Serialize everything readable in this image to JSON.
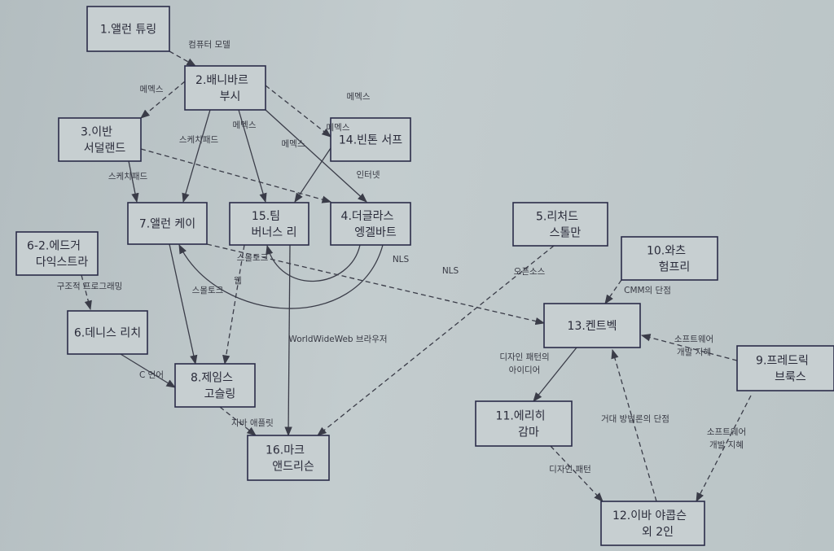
{
  "colors": {
    "background": "#bcc6c8",
    "box_fill": "#c7cfd1",
    "box_border": "#2a2c48",
    "line": "#3a3c48"
  },
  "nodes": [
    {
      "id": "1",
      "lines": [
        "1.앨런 튜링"
      ]
    },
    {
      "id": "2",
      "lines": [
        "2.배니바르",
        "부시"
      ]
    },
    {
      "id": "3",
      "lines": [
        "3.이반",
        "서덜랜드"
      ]
    },
    {
      "id": "14",
      "lines": [
        "14.빈톤 서프"
      ]
    },
    {
      "id": "7",
      "lines": [
        "7.앨런 케이"
      ]
    },
    {
      "id": "15",
      "lines": [
        "15.팀",
        "버너스 리"
      ]
    },
    {
      "id": "4",
      "lines": [
        "4.더글라스",
        "엥겔바트"
      ]
    },
    {
      "id": "5",
      "lines": [
        "5.리처드",
        "스톨만"
      ]
    },
    {
      "id": "6-2",
      "lines": [
        "6-2.에드거",
        "다익스트라"
      ]
    },
    {
      "id": "10",
      "lines": [
        "10.와츠",
        "험프리"
      ]
    },
    {
      "id": "6",
      "lines": [
        "6.데니스 리치"
      ]
    },
    {
      "id": "13",
      "lines": [
        "13.켄트벡"
      ]
    },
    {
      "id": "9",
      "lines": [
        "9.프레드릭",
        "브룩스"
      ]
    },
    {
      "id": "8",
      "lines": [
        "8.제임스",
        "고슬링"
      ]
    },
    {
      "id": "11",
      "lines": [
        "11.에리히",
        "감마"
      ]
    },
    {
      "id": "16",
      "lines": [
        "16.마크",
        "앤드리슨"
      ]
    },
    {
      "id": "12",
      "lines": [
        "12.이바 야콥슨",
        "외 2인"
      ]
    }
  ],
  "edges": [
    {
      "from": "1",
      "to": "2",
      "style": "dashed",
      "label": [
        "컴퓨터 모델"
      ]
    },
    {
      "from": "2",
      "to": "3",
      "style": "dashed",
      "label": [
        "메멕스"
      ]
    },
    {
      "from": "2",
      "to": "7",
      "style": "solid",
      "label": [
        "메멕스"
      ]
    },
    {
      "from": "2",
      "to": "15",
      "style": "solid",
      "label": [
        "메멕스"
      ]
    },
    {
      "from": "2",
      "to": "4",
      "style": "solid",
      "label": [
        "메멕스"
      ]
    },
    {
      "from": "2",
      "to": "14",
      "style": "dashed",
      "label": [
        "메멕스"
      ]
    },
    {
      "from": "3",
      "to": "7",
      "style": "solid",
      "label": [
        "스케치패드"
      ]
    },
    {
      "from": "3",
      "to": "4",
      "style": "dashed",
      "label": [
        "스케치패드"
      ]
    },
    {
      "from": "14",
      "to": "15",
      "style": "solid",
      "label": [
        "인터넷"
      ]
    },
    {
      "from": "4",
      "to": "15",
      "style": "solid",
      "label": [
        "NLS"
      ]
    },
    {
      "from": "4",
      "to": "7",
      "style": "solid",
      "label": [
        "NLS"
      ]
    },
    {
      "from": "7",
      "to": "13",
      "style": "dashed",
      "label": [
        "스몰토크"
      ]
    },
    {
      "from": "7",
      "to": "8",
      "style": "solid",
      "label": [
        "스몰토크"
      ]
    },
    {
      "from": "15",
      "to": "8",
      "style": "dashed",
      "label": [
        "웹"
      ]
    },
    {
      "from": "15",
      "to": "16",
      "style": "solid",
      "label": [
        "WorldWideWeb 브라우저"
      ]
    },
    {
      "from": "6-2",
      "to": "6",
      "style": "dashed",
      "label": [
        "구조적 프로그래밍"
      ]
    },
    {
      "from": "6",
      "to": "8",
      "style": "solid",
      "label": [
        "C 언어"
      ]
    },
    {
      "from": "8",
      "to": "16",
      "style": "dashed",
      "label": [
        "자바 애플릿"
      ]
    },
    {
      "from": "5",
      "to": "16",
      "style": "dashed",
      "label": [
        "오픈소스"
      ]
    },
    {
      "from": "10",
      "to": "13",
      "style": "dashed",
      "label": [
        "CMM의 단점"
      ]
    },
    {
      "from": "9",
      "to": "13",
      "style": "dashed",
      "label": [
        "소프트웨어",
        "개발 지혜"
      ]
    },
    {
      "from": "9",
      "to": "12",
      "style": "dashed",
      "label": [
        "소프트웨어",
        "개발 지혜"
      ]
    },
    {
      "from": "13",
      "to": "11",
      "style": "solid",
      "label": [
        "디자인 패턴의",
        "아이디어"
      ]
    },
    {
      "from": "11",
      "to": "12",
      "style": "dashed",
      "label": [
        "디자인 패턴"
      ]
    },
    {
      "from": "12",
      "to": "13",
      "style": "dashed",
      "label": [
        "거대 방법론의 단점"
      ]
    }
  ]
}
